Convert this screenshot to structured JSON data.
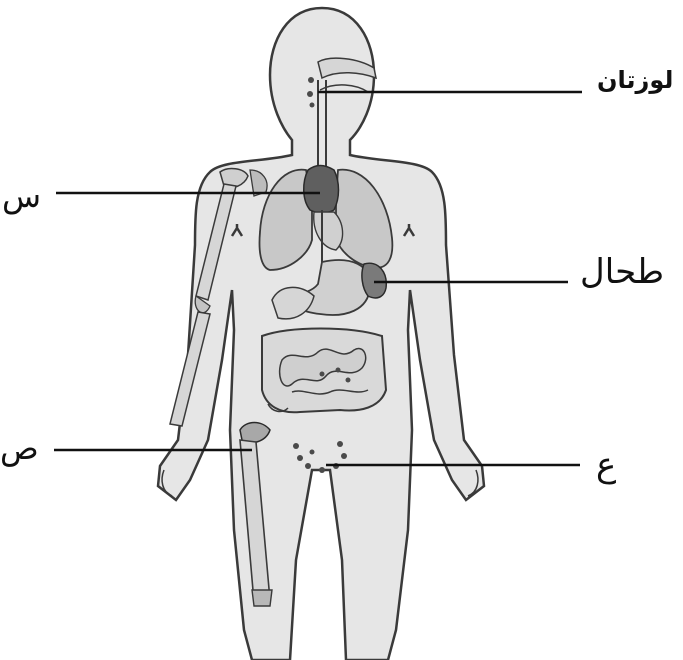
{
  "labels": {
    "tonsils": "لوزتان",
    "sin": "س",
    "spleen": "طحال",
    "sad": "ص",
    "ain": "ع"
  },
  "colors": {
    "body_fill": "#e6e6e6",
    "outline": "#3a3a3a",
    "organ_light": "#c8c8c8",
    "organ_dark": "#5f5f5f",
    "leader_line": "#111111"
  }
}
